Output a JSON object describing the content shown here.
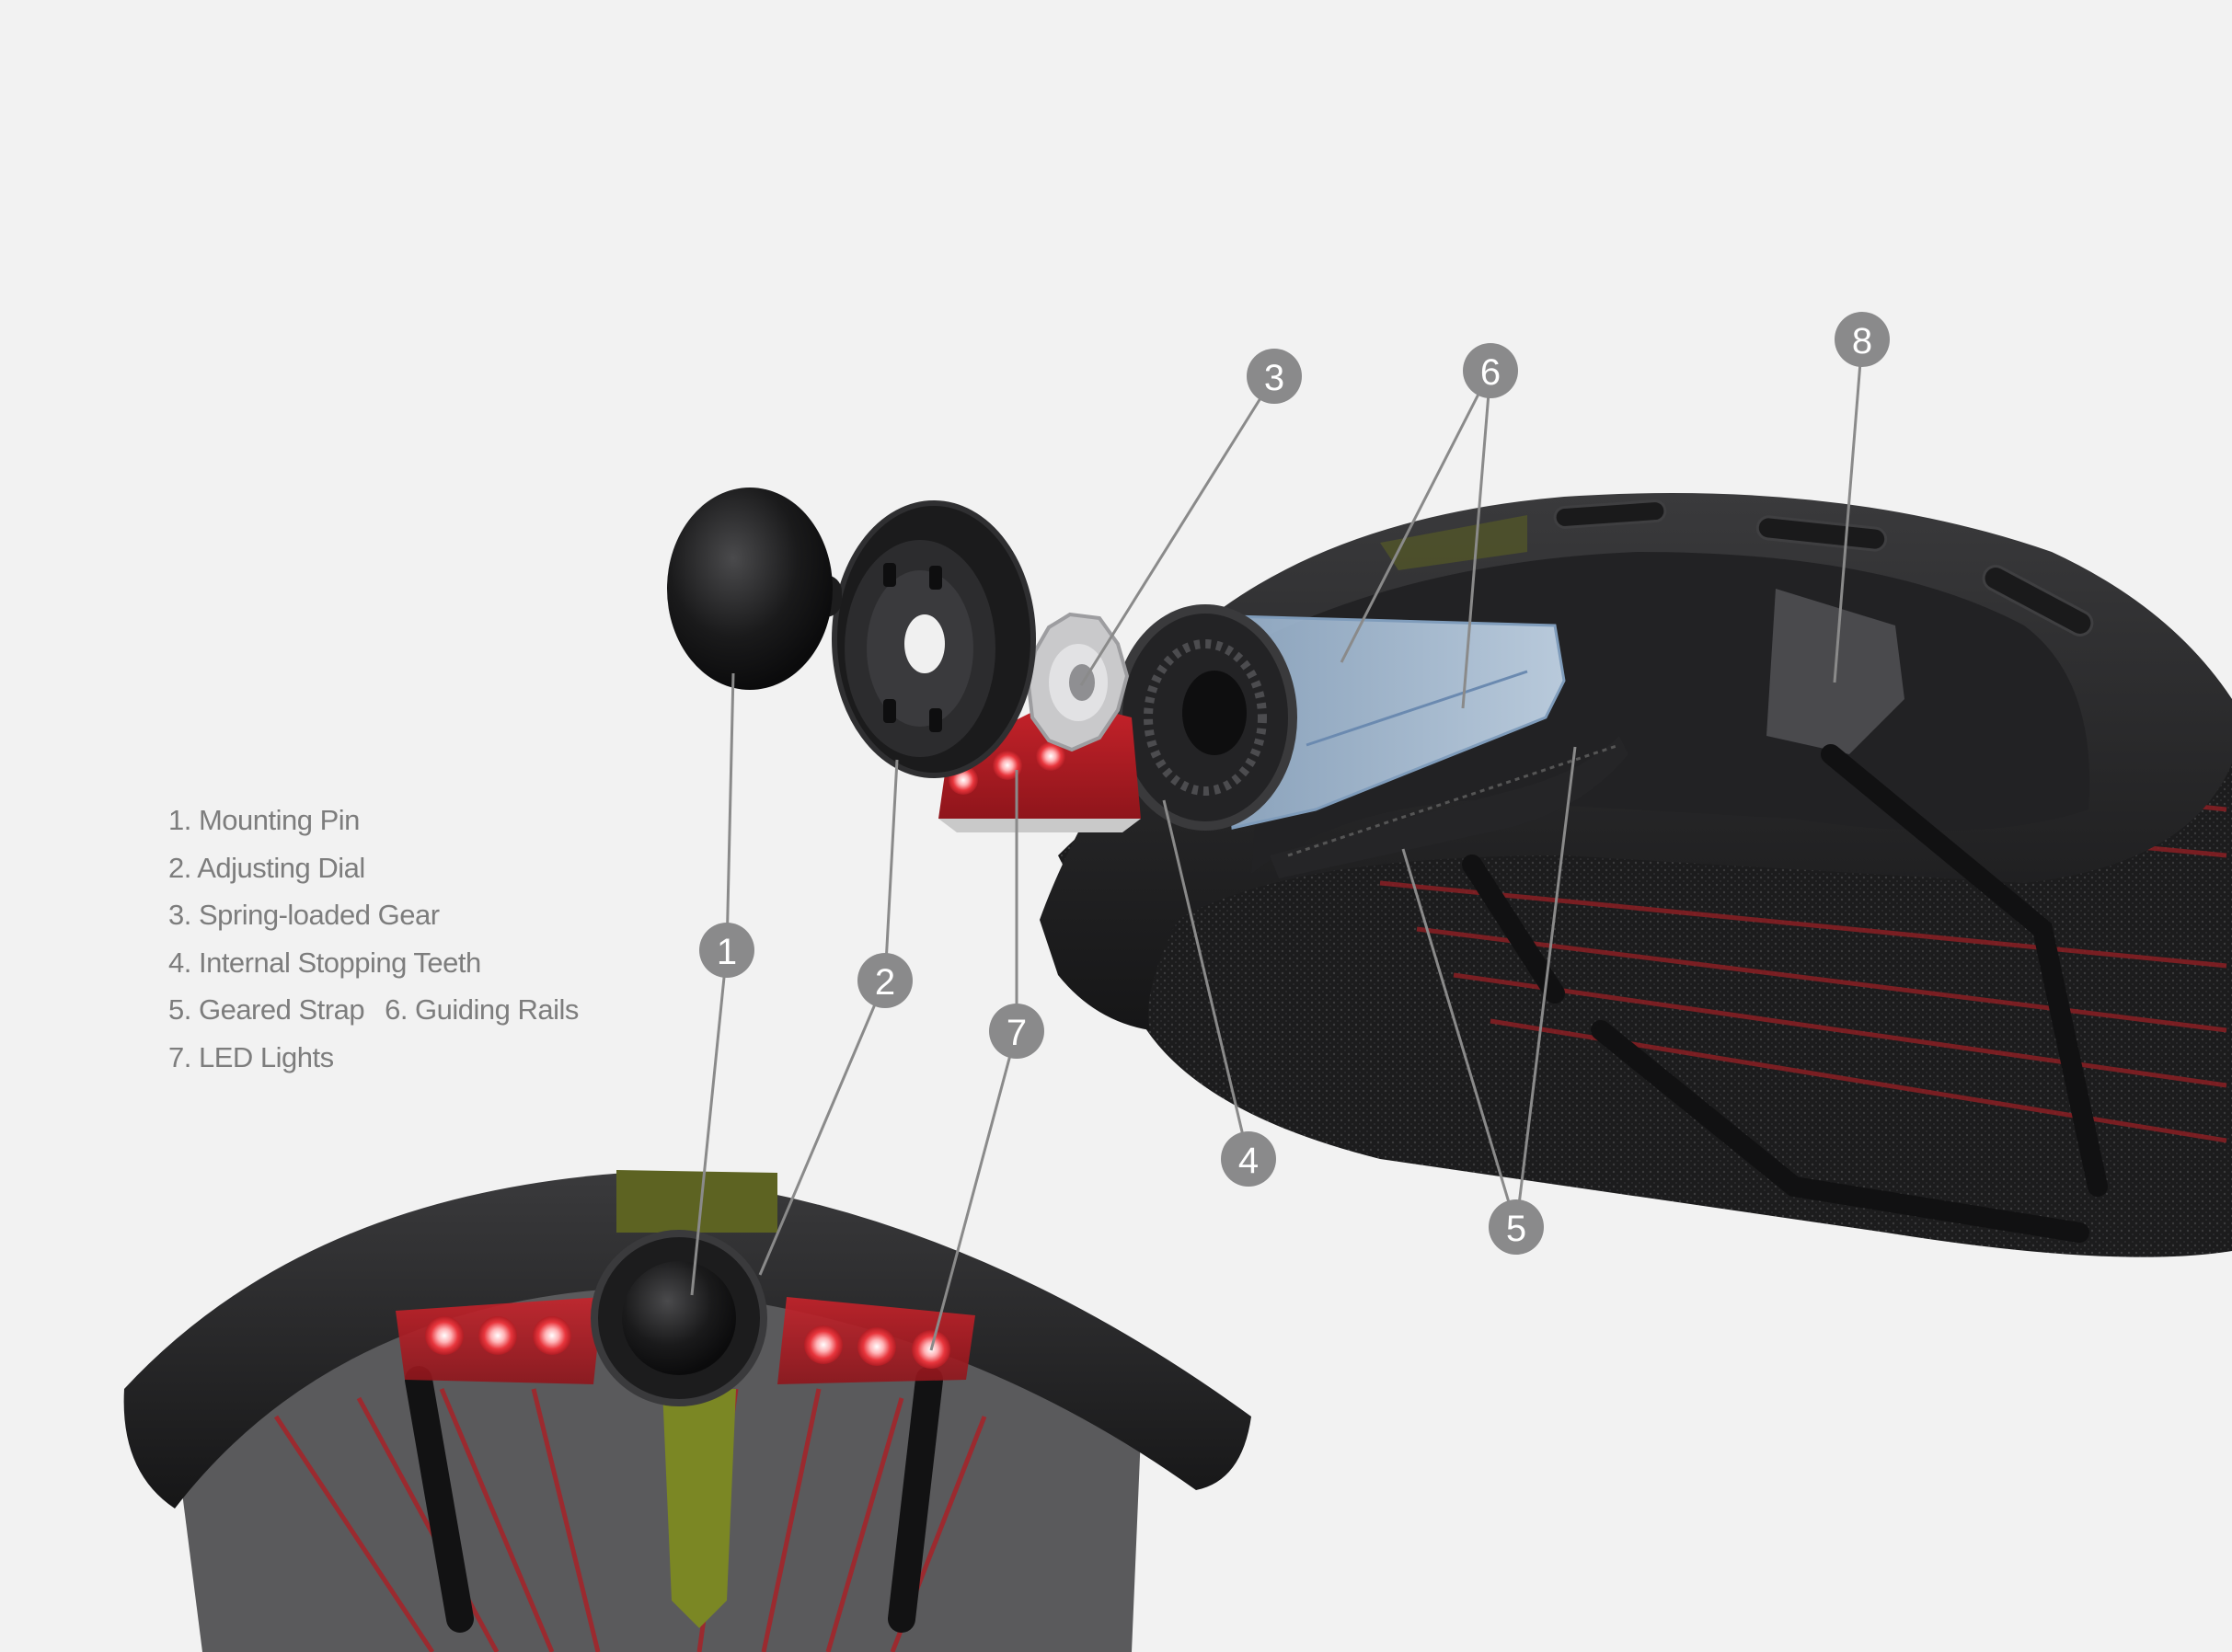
{
  "legend": {
    "item1": "1. Mounting Pin",
    "item2": "2. Adjusting Dial",
    "item3": "3. Spring-loaded Gear",
    "item4": "4. Internal Stopping Teeth",
    "item5": "5. Geared Strap",
    "item6": "6. Guiding Rails",
    "item7": "7. LED Lights"
  },
  "callouts": {
    "c1": "1",
    "c2": "2",
    "c3": "3",
    "c4": "4",
    "c5": "5",
    "c6": "6",
    "c7": "7",
    "c8": "8"
  },
  "colors": {
    "background": "#f2f2f2",
    "callout_fill": "#8a8a8b",
    "leader_line": "#8a8a8a",
    "legend_text": "#7d7d7d",
    "shell_dark": "#2a2a2c",
    "led_red": "#e0323a",
    "rail_blue": "#8fb0cf",
    "mesh_green": "#6f7a1f"
  }
}
